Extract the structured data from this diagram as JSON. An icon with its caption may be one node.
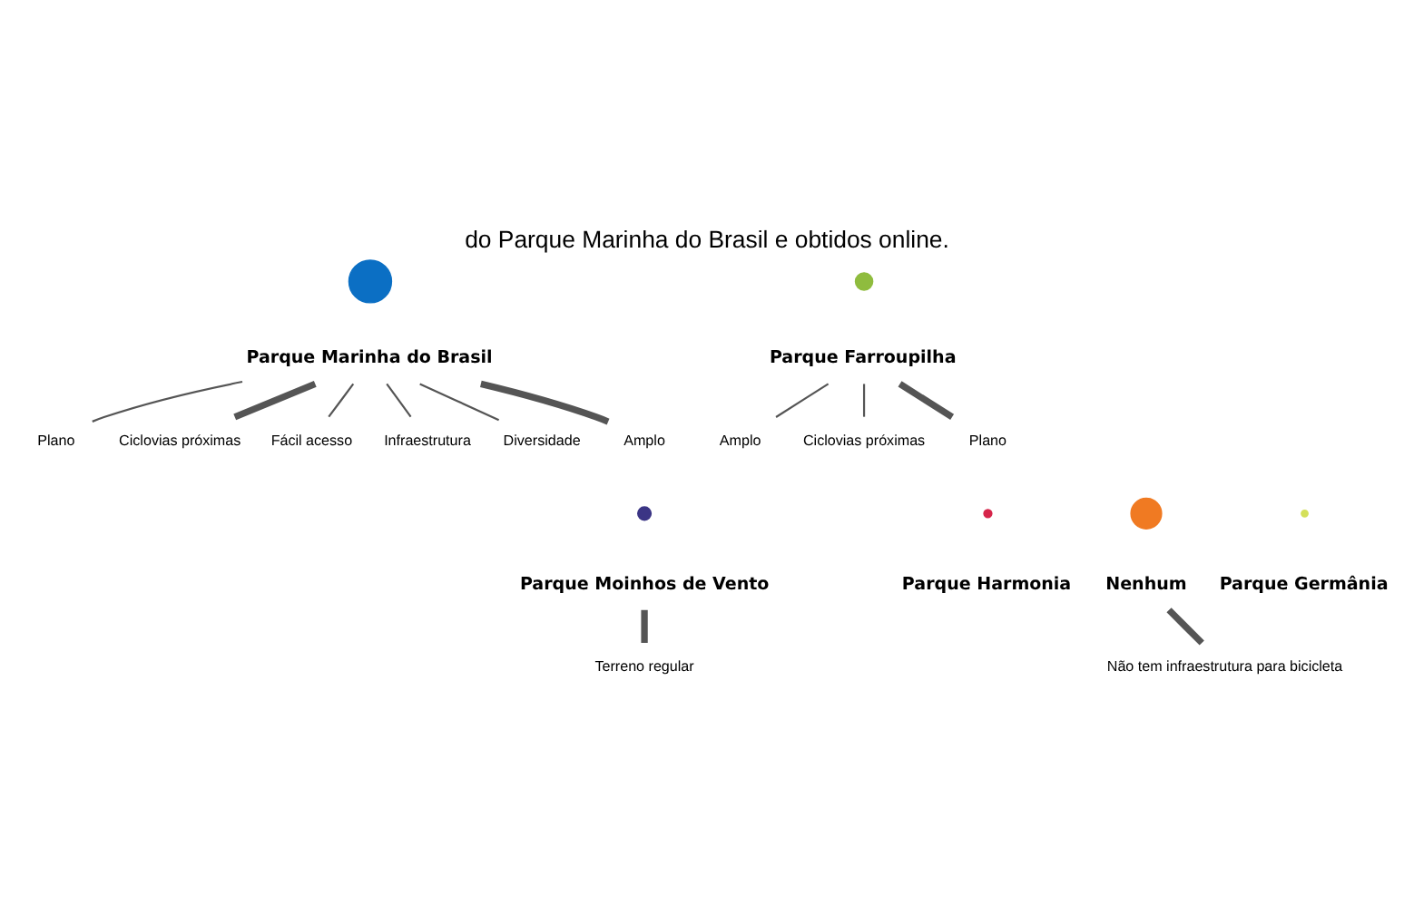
{
  "diagram": {
    "caption": "do Parque Marinha do Brasil e obtidos online.",
    "nodes": [
      {
        "text": [],
        "shape": "circle"
      },
      {
        "text": [
          "Parque Marinha do Brasil"
        ]
      },
      {
        "text": [],
        "shape": "circle"
      },
      {
        "text": [
          "Parque Farroupilha"
        ]
      },
      {
        "text": [
          "Plano"
        ]
      },
      {
        "text": [
          "Ciclovias próximas"
        ]
      },
      {
        "text": [
          "Fácil acesso"
        ]
      },
      {
        "text": [
          "Infraestrutura"
        ]
      },
      {
        "text": [
          "Diversidade"
        ]
      },
      {
        "text": [
          "Amplo"
        ]
      },
      {
        "text": [
          "Amplo"
        ]
      },
      {
        "text": [
          "Ciclovias próximas"
        ]
      },
      {
        "text": [
          "Plano"
        ]
      },
      {
        "text": [],
        "shape": "circle"
      },
      {
        "text": [],
        "shape": "circle"
      },
      {
        "text": [],
        "shape": "circle"
      },
      {
        "text": [
          "Parque Moinhos de Vento"
        ]
      },
      {
        "text": [
          "Nenhum"
        ]
      },
      {
        "text": [
          "Parque Harmonia"
        ]
      },
      {
        "text": [],
        "shape": "circle"
      },
      {
        "text": [
          "Parque Germânia"
        ]
      },
      {
        "text": [
          "Terreno regular"
        ]
      },
      {
        "text": [
          "Não tem infraestrutura para bicicleta"
        ]
      }
    ],
    "edges": [
      {
        "from": 1,
        "to": 5,
        "arrow": "none",
        "style": "thick"
      },
      {
        "from": 1,
        "to": 7,
        "arrow": "none"
      },
      {
        "from": 1,
        "to": 9,
        "arrow": "none",
        "style": "thick"
      },
      {
        "from": 1,
        "to": 8,
        "arrow": "none"
      },
      {
        "from": 1,
        "to": 6,
        "arrow": "none"
      },
      {
        "from": 1,
        "to": 4,
        "arrow": "none"
      },
      {
        "from": 3,
        "to": 10,
        "arrow": "none"
      },
      {
        "from": 3,
        "to": 12,
        "arrow": "none",
        "style": "thick"
      },
      {
        "from": 3,
        "to": 11,
        "arrow": "none"
      },
      {
        "from": 16,
        "to": 21,
        "arrow": "none",
        "style": "thick"
      },
      {
        "from": 17,
        "to": 22,
        "arrow": "none",
        "style": "thick"
      }
    ]
  }
}
